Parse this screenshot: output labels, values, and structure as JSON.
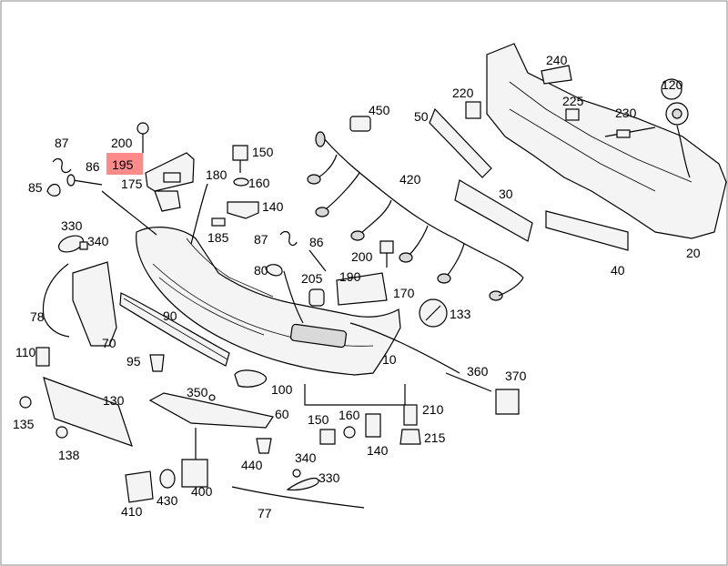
{
  "diagram": {
    "highlight_color": "#ff8a8a",
    "highlighted_part": "195",
    "labels": {
      "p200a": "200",
      "p195": "195",
      "p175": "175",
      "p87a": "87",
      "p86a": "86",
      "p85": "85",
      "p150a": "150",
      "p160a": "160",
      "p140a": "140",
      "p180": "180",
      "p185": "185",
      "p87b": "87",
      "p86b": "86",
      "p450": "450",
      "p420": "420",
      "p220": "220",
      "p50": "50",
      "p240": "240",
      "p225": "225",
      "p230": "230",
      "p120": "120",
      "p30": "30",
      "p20": "20",
      "p40": "40",
      "p330a": "330",
      "p340a": "340",
      "p80": "80",
      "p205": "205",
      "p190": "190",
      "p170": "170",
      "p200b": "200",
      "p133": "133",
      "p78": "78",
      "p70": "70",
      "p90": "90",
      "p110": "110",
      "p95": "95",
      "p130": "130",
      "p135": "135",
      "p138": "138",
      "p350": "350",
      "p100": "100",
      "p60": "60",
      "p10": "10",
      "p360": "360",
      "p370": "370",
      "p210": "210",
      "p215": "215",
      "p150b": "150",
      "p160b": "160",
      "p140b": "140",
      "p440": "440",
      "p340b": "340",
      "p330b": "330",
      "p410": "410",
      "p430": "430",
      "p400": "400",
      "p77": "77"
    }
  }
}
